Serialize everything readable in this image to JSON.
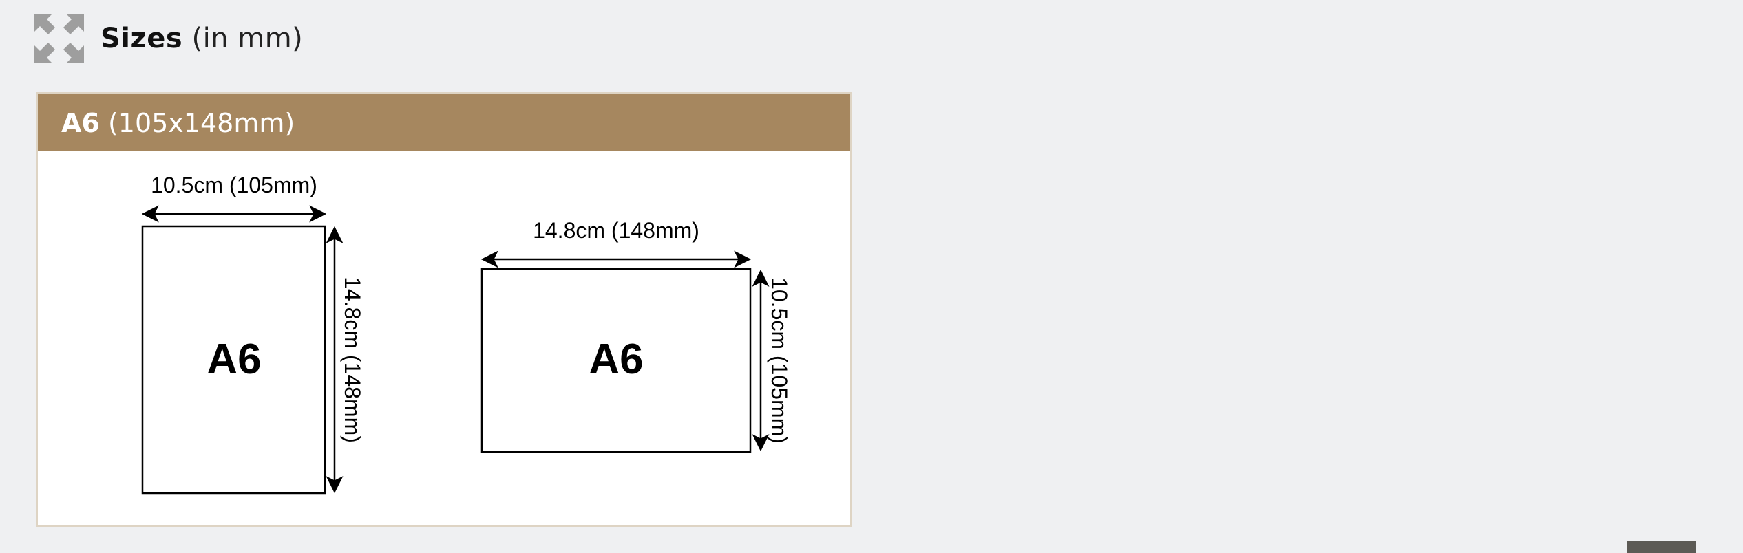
{
  "section": {
    "icon": "expand-arrows-icon",
    "title_bold": "Sizes",
    "title_light": "(in mm)"
  },
  "card": {
    "title_bold": "A6",
    "title_light": "(105x148mm)",
    "header_color": "#a6875f",
    "border_color": "#ded4c4"
  },
  "portrait": {
    "label": "A6",
    "width_label": "10.5cm (105mm)",
    "height_label": "14.8cm (148mm)"
  },
  "landscape": {
    "label": "A6",
    "width_label": "14.8cm (148mm)",
    "height_label": "10.5cm (105mm)"
  }
}
